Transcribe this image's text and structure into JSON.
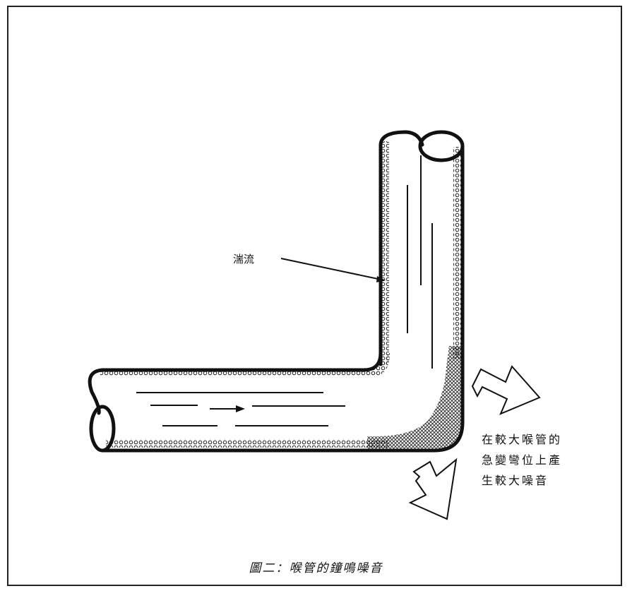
{
  "figure": {
    "turbulence_label": "湍流",
    "note_lines": [
      "在較大喉管的",
      "急變彎位上產",
      "生較大噪音"
    ],
    "caption": "圖二：喉管的鐘鳴噪音"
  },
  "colors": {
    "line": "#111111",
    "background": "#ffffff"
  },
  "icons": [
    "flow-arrow-icon",
    "noise-arrow-icon"
  ]
}
